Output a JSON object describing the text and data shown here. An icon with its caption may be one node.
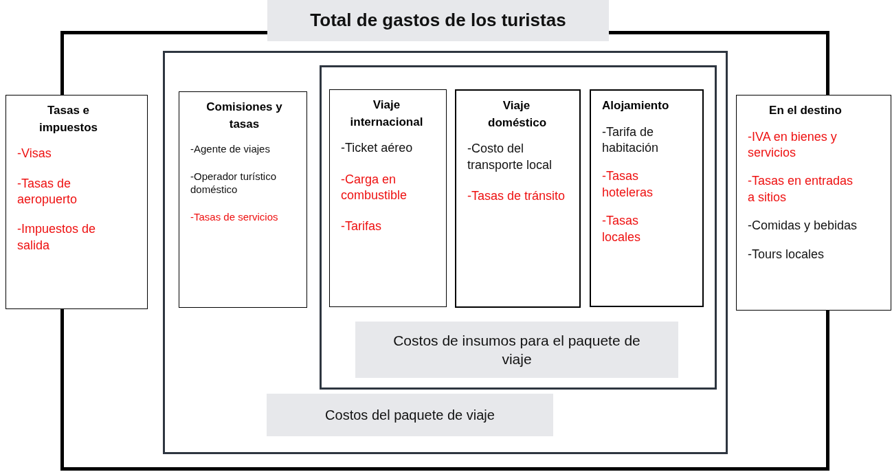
{
  "diagram": {
    "nodes": [
      {
        "text": [
          "Total de gastos de los turistas"
        ]
      },
      {
        "text": [
          "Tasas e impuestos",
          "-Visas",
          "-Tasas de aeropuerto",
          "-Impuestos de salida"
        ]
      },
      {
        "text": [
          "Costos del paquete de viaje"
        ],
        "in": 0
      },
      {
        "text": [
          "Comisiones y tasas",
          "-Agente de viajes",
          "-Operador turístico doméstico",
          "-Tasas de servicios"
        ],
        "in": 2
      },
      {
        "text": [
          "Costos de insumos para el paquete de viaje"
        ],
        "in": 2
      },
      {
        "text": [
          "Viaje internacional",
          "-Ticket aéreo",
          "-Carga en combustible",
          "-Tarifas"
        ],
        "in": 4
      },
      {
        "text": [
          "Viaje doméstico",
          "-Costo del transporte local",
          "-Tasas de tránsito"
        ],
        "in": 4
      },
      {
        "text": [
          "Alojamiento",
          "-Tarifa de habitación",
          "-Tasas hoteleras",
          "-Tasas locales"
        ],
        "in": 4
      },
      {
        "text": [
          "En el destino",
          "-IVA en bienes y servicios",
          "-Tasas en entradas a sitios",
          "-Comidas y bebidas",
          "-Tours locales"
        ]
      }
    ]
  }
}
